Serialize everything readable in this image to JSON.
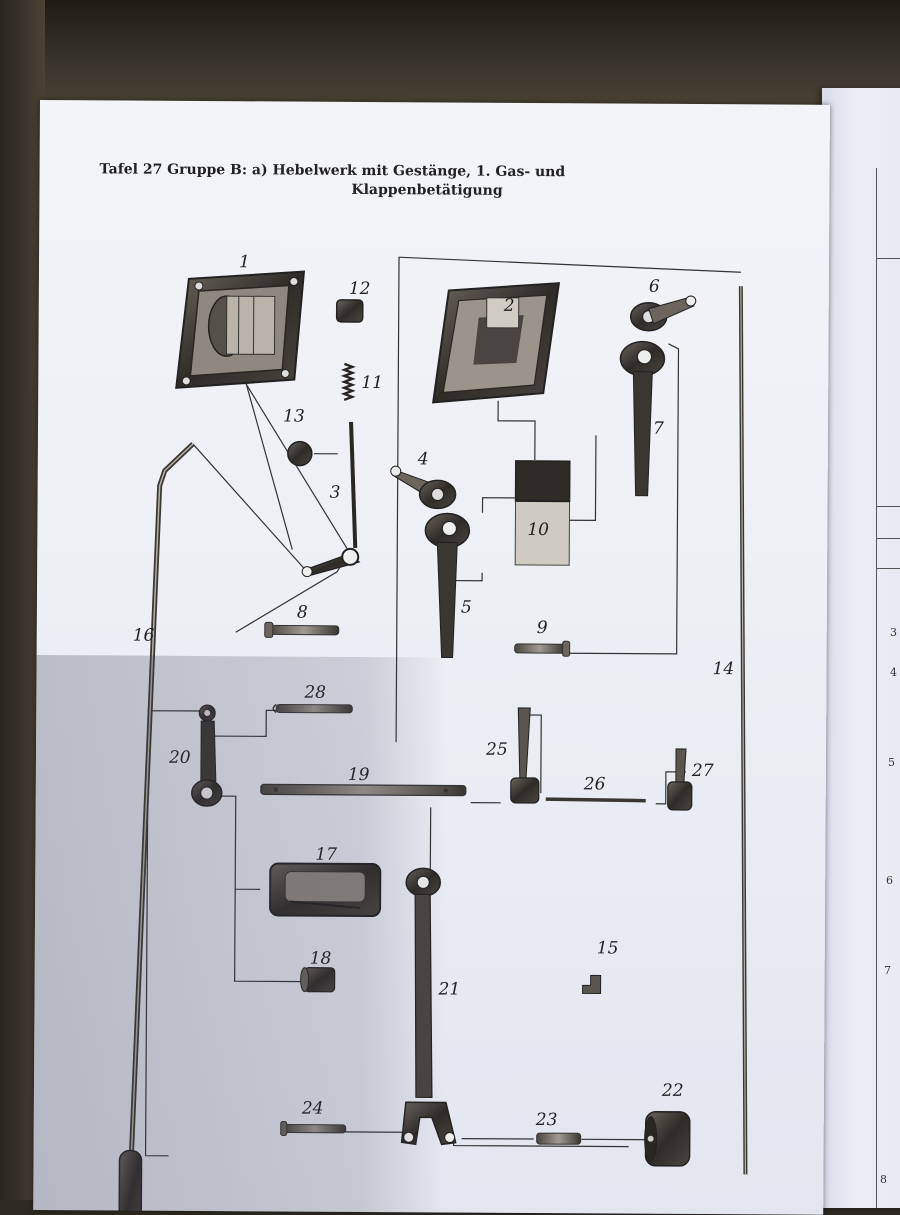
{
  "header": {
    "line1": "Tafel 27   Gruppe B: a) Hebelwerk mit Gestänge, 1. Gas- und",
    "line2": "Klappenbetätigung"
  },
  "parts": {
    "p1": "1",
    "p2": "2",
    "p3": "3",
    "p4": "4",
    "p5": "5",
    "p6": "6",
    "p7": "7",
    "p8": "8",
    "p9": "9",
    "p10": "10",
    "p11": "11",
    "p12": "12",
    "p13": "13",
    "p14": "14",
    "p15": "15",
    "p16": "16",
    "p17": "17",
    "p18": "18",
    "p19": "19",
    "p20": "20",
    "p21": "21",
    "p22": "22",
    "p23": "23",
    "p24": "24",
    "p25": "25",
    "p26": "26",
    "p27": "27",
    "p28": "28"
  },
  "next_page_edge": [
    "3",
    "4",
    "5",
    "6",
    "7",
    "8"
  ],
  "colors": {
    "paper": "#eceff4",
    "ink": "#222222",
    "part_dark": "#3a3632",
    "part_mid": "#8c8780"
  }
}
